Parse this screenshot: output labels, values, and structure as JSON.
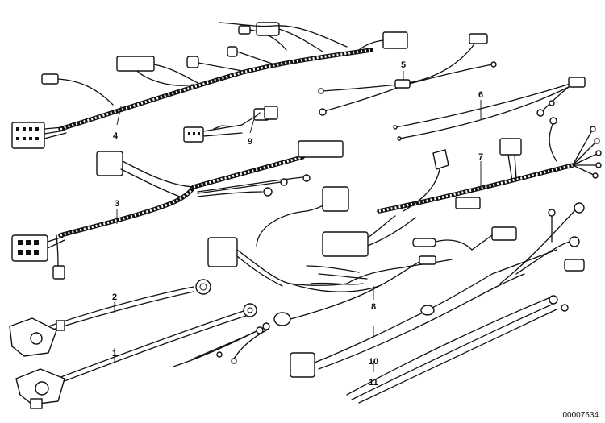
{
  "parts": [
    {
      "id": "p1",
      "label": "1"
    },
    {
      "id": "p2",
      "label": "2"
    },
    {
      "id": "p3",
      "label": "3"
    },
    {
      "id": "p4",
      "label": "4"
    },
    {
      "id": "p5",
      "label": "5"
    },
    {
      "id": "p6",
      "label": "6"
    },
    {
      "id": "p7",
      "label": "7"
    },
    {
      "id": "p8",
      "label": "8"
    },
    {
      "id": "p9",
      "label": "9"
    },
    {
      "id": "p10",
      "label": "10"
    },
    {
      "id": "p11",
      "label": "11"
    }
  ],
  "document_number": "00007634"
}
